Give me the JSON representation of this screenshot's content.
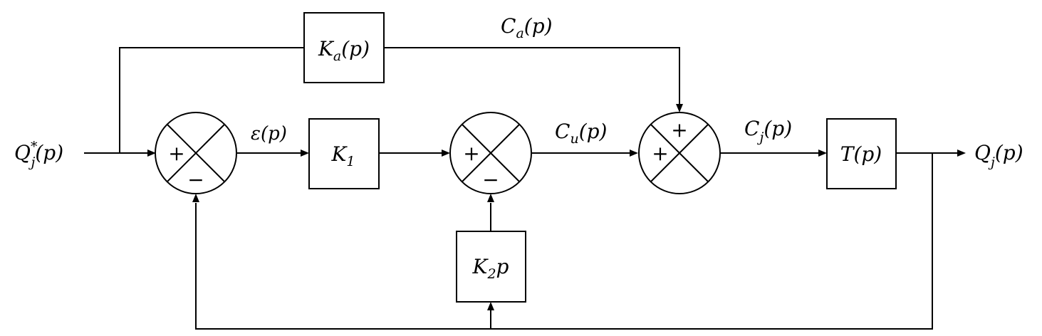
{
  "signals": {
    "input": {
      "base": "Q",
      "sup": "*",
      "sub": "j",
      "arg": "(p)"
    },
    "output": {
      "base": "Q",
      "sub": "j",
      "arg": "(p)"
    },
    "error": {
      "base": "ε",
      "arg": "(p)"
    },
    "anticipation": {
      "base": "C",
      "sub": "a",
      "arg": "(p)"
    },
    "command_u": {
      "base": "C",
      "sub": "u",
      "arg": "(p)"
    },
    "command_j": {
      "base": "C",
      "sub": "j",
      "arg": "(p)"
    }
  },
  "blocks": {
    "ka": {
      "base": "K",
      "sub": "a",
      "arg": "(p)"
    },
    "k1": {
      "base": "K",
      "sub": "1"
    },
    "k2": {
      "base": "K",
      "sub": "2",
      "arg": "p"
    },
    "t": {
      "base": "T",
      "arg": "(p)"
    }
  },
  "summers": {
    "s1": {
      "left": "+",
      "bottom": "−"
    },
    "s2": {
      "left": "+",
      "bottom": "−"
    },
    "s3": {
      "top": "+",
      "left": "+"
    }
  }
}
